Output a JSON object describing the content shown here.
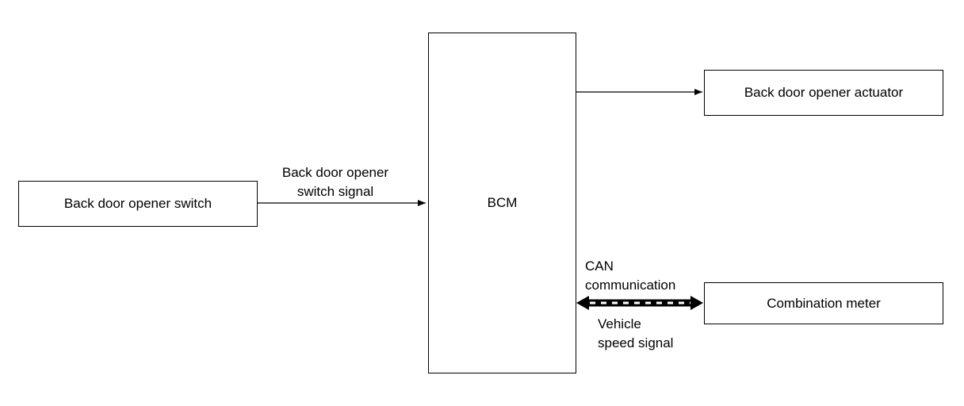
{
  "blocks": {
    "switch": "Back door opener switch",
    "bcm": "BCM",
    "actuator": "Back door opener actuator",
    "meter": "Combination meter"
  },
  "signals": {
    "switch_signal_line1": "Back door opener",
    "switch_signal_line2": "switch signal",
    "can_line1": "CAN",
    "can_line2": "communication",
    "speed_line1": "Vehicle",
    "speed_line2": "speed signal"
  }
}
